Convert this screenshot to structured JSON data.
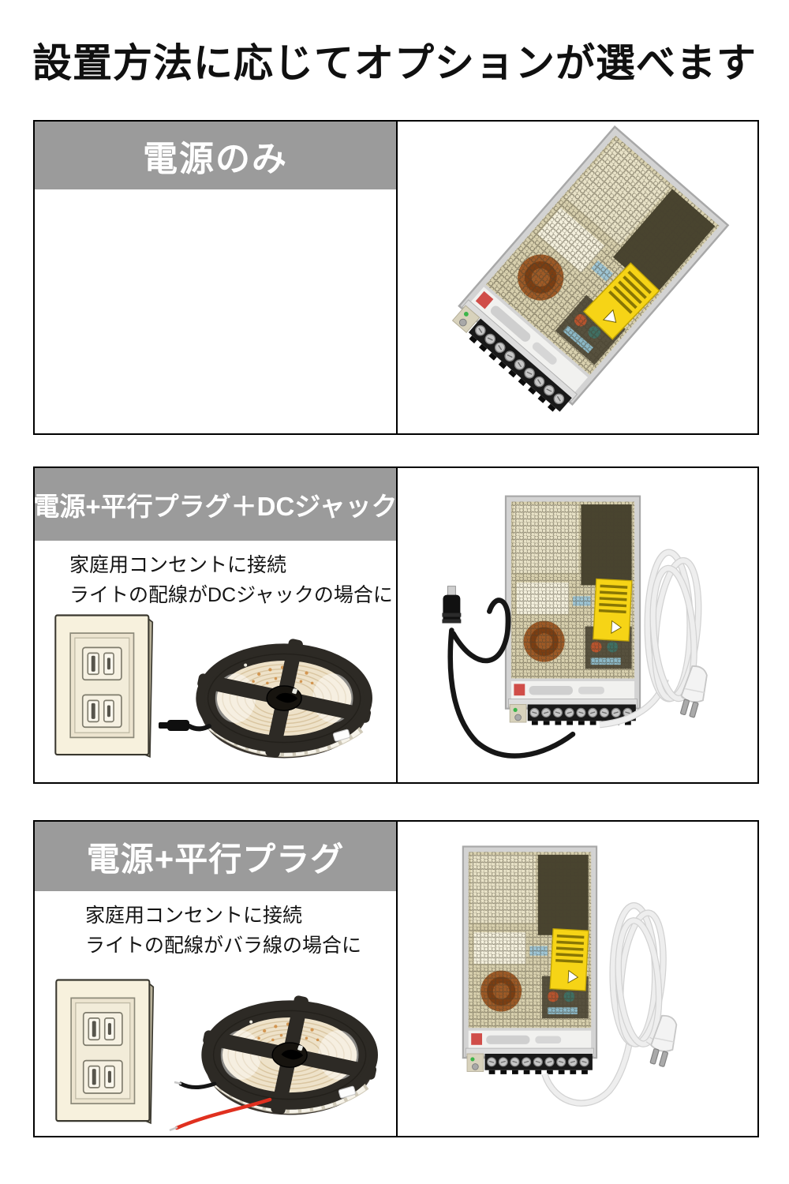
{
  "title": "設置方法に応じてオプションが選べます",
  "colors": {
    "header_bg": "#9b9b9b",
    "header_text": "#ffffff",
    "card_border": "#000000",
    "title_text": "#101010",
    "psu_label_yellow": "#f6d416",
    "reel_body": "#2d2a25",
    "outlet_cream": "#f7f1dd",
    "cord_white": "#ececec",
    "wire_red": "#e0301f"
  },
  "cards": [
    {
      "header": "電源のみ",
      "description_lines": [],
      "images": [
        "power-supply-unit-photo"
      ]
    },
    {
      "header": "電源+平行プラグ＋DCジャック",
      "description_lines": [
        "家庭用コンセントに接続",
        "ライトの配線がDCジャックの場合に"
      ],
      "images": [
        "wall-outlet-image",
        "led-strip-reel-with-dc-jack-image",
        "power-supply-with-dc-plug-and-ac-cord-photo"
      ]
    },
    {
      "header": "電源+平行プラグ",
      "description_lines": [
        "家庭用コンセントに接続",
        "ライトの配線がバラ線の場合に"
      ],
      "images": [
        "wall-outlet-image",
        "led-strip-reel-with-bare-wires-image",
        "power-supply-with-ac-cord-photo"
      ]
    }
  ]
}
